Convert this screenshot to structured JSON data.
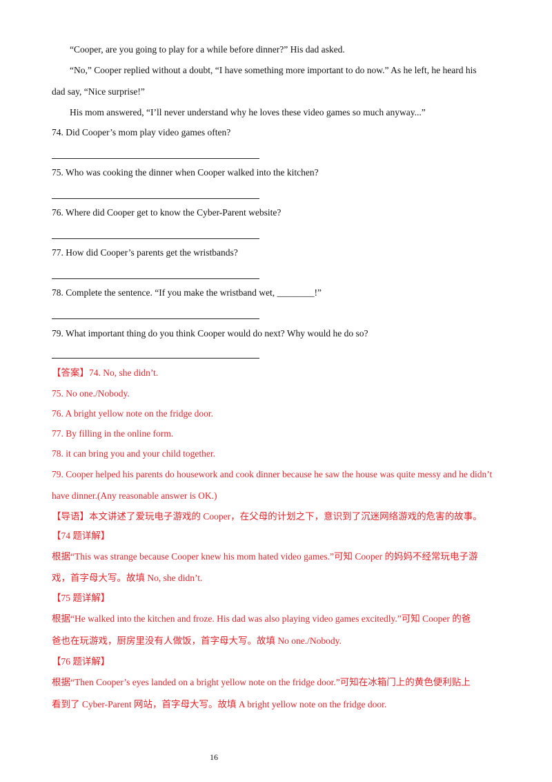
{
  "story": {
    "p1": "“Cooper, are you going to play for a while before dinner?” His dad asked.",
    "p2a": "“No,” Cooper replied without a doubt, “I have something more important to do now.” As he left, he heard his",
    "p2b": "dad say, “Nice surprise!”",
    "p3": "His mom answered, “I’ll never understand why he loves these video games so much anyway...”"
  },
  "questions": [
    "74.  Did Cooper’s mom play video games often?",
    "75.  Who was cooking the dinner when Cooper walked into the kitchen?",
    "76.  Where did Cooper get to know the Cyber-Parent website?",
    "77.  How did Cooper’s parents get the wristbands?",
    "78.  Complete the sentence. “If you make the wristband wet, ________!”",
    "79.  What important thing do you think Cooper would do next? Why would he do so?"
  ],
  "answers": {
    "a74": "【答案】74.  No, she didn’t.",
    "a75": "75.  No one./Nobody.",
    "a76": "76.  A bright yellow note on the fridge door.",
    "a77": "77.  By filling in the online form.",
    "a78": "78.  it can bring you and your child together.",
    "a79a": "79. Cooper helped his parents do housework and cook dinner because he saw the house was quite messy and he didn’t",
    "a79b": "have dinner.(Any reasonable answer is OK.)"
  },
  "guide": "【导语】本文讲述了爱玩电子游戏的 Cooper，在父母的计划之下，意识到了沉迷网络游戏的危害的故事。",
  "explanations": {
    "h74": "【74 题详解】",
    "e74a": "根据“This was strange because Cooper knew his mom hated video games.”可知 Cooper 的妈妈不经常玩电子游",
    "e74b": "戏，首字母大写。故填 No, she didn’t.",
    "h75": "【75 题详解】",
    "e75a": "根据“He walked into the kitchen and froze. His dad was also playing video games excitedly.”可知 Cooper 的爸",
    "e75b": "爸也在玩游戏，厨房里没有人做饭，首字母大写。故填 No one./Nobody.",
    "h76": "【76 题详解】",
    "e76a": "根据“Then Cooper’s eyes landed on a bright yellow note on the fridge door.”可知在冰箱门上的黄色便利贴上",
    "e76b": "看到了 Cyber-Parent 网站，首字母大写。故填 A bright yellow note on the fridge door."
  },
  "page_number": "16",
  "colors": {
    "answer_red": "#e4252b",
    "text": "#111111"
  }
}
